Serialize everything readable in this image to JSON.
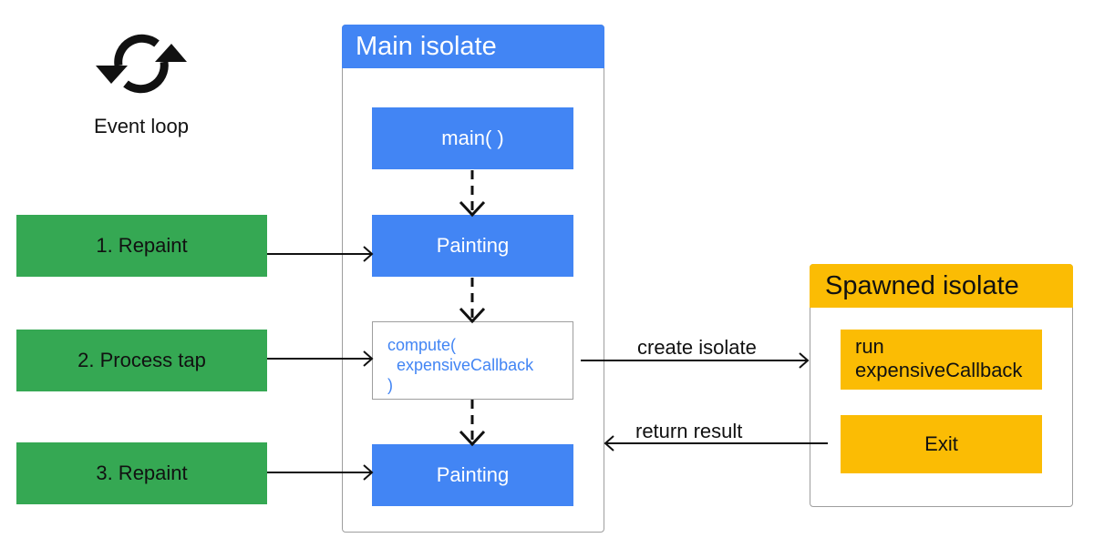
{
  "event_loop": {
    "icon": "sync-cycle-icon",
    "label": "Event loop"
  },
  "events": [
    {
      "label": "1. Repaint"
    },
    {
      "label": "2. Process tap"
    },
    {
      "label": "3. Repaint"
    }
  ],
  "main_isolate": {
    "title": "Main isolate",
    "steps": {
      "main": "main( )",
      "painting_1": "Painting",
      "compute_lines": [
        "compute(",
        "  expensiveCallback",
        ")"
      ],
      "painting_2": "Painting"
    }
  },
  "spawned_isolate": {
    "title": "Spawned isolate",
    "run_lines": [
      "run",
      "expensiveCallback"
    ],
    "exit": "Exit"
  },
  "arrows": {
    "create": "create isolate",
    "return": "return result"
  },
  "colors": {
    "green": "#35a853",
    "blue": "#4285f4",
    "yellow": "#fbbc04",
    "border": "#9e9e9e"
  }
}
